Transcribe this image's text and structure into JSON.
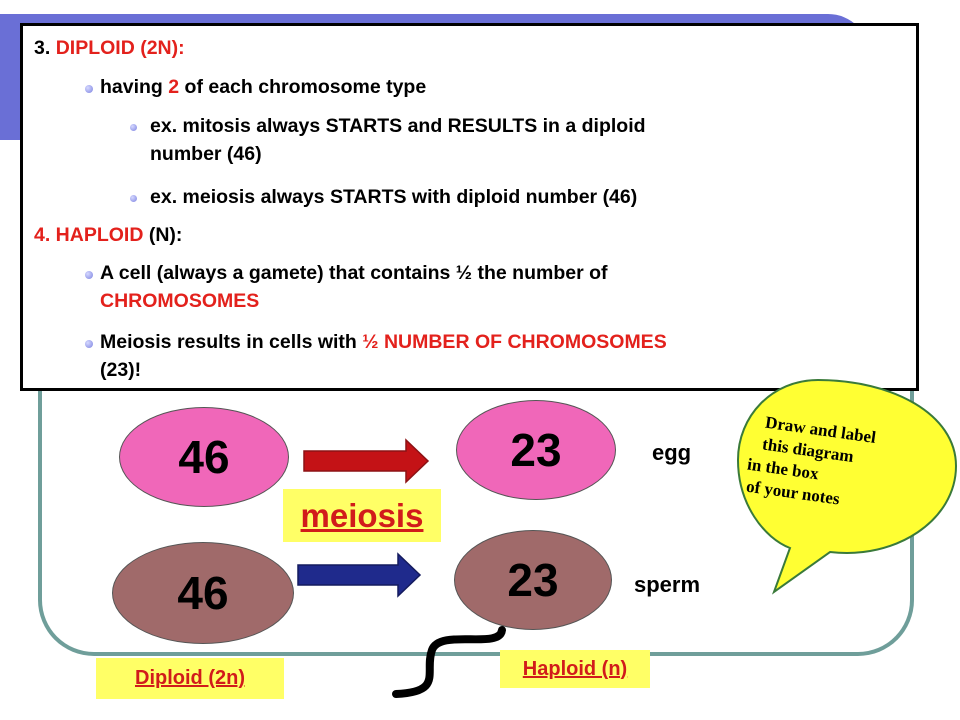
{
  "notes": {
    "diploid_heading_num": "3.",
    "diploid_heading_word": "DIPLOID",
    "diploid_heading_suffix": " (2N):",
    "diploid_def_a": "having ",
    "diploid_def_b": "2",
    "diploid_def_c": " of each chromosome type",
    "diploid_ex1_line1": "ex. mitosis always STARTS and RESULTS in a diploid",
    "diploid_ex1_line2": "number (46)",
    "diploid_ex2": "ex. meiosis always STARTS with diploid number (46)",
    "haploid_heading_main": "4. HAPLOID",
    "haploid_heading_suffix": " (N):",
    "haploid_def_line1": "A cell (always a gamete) that contains ½ the number of",
    "haploid_def_line2": "CHROMOSOMES",
    "haploid_meiosis_a": "Meiosis results in cells with ",
    "haploid_meiosis_b": "½ NUMBER OF CHROMOSOMES",
    "haploid_meiosis_line2": "(23)!"
  },
  "diagram": {
    "top_parent": "46",
    "top_child": "23",
    "top_label": "egg",
    "bottom_parent": "46",
    "bottom_child": "23",
    "bottom_label": "sperm",
    "process_label": "meiosis",
    "diploid_label": "Diploid (2n)",
    "haploid_label": "Haploid (n)"
  },
  "callout": {
    "line1": "Draw and label",
    "line2": "this diagram",
    "line3": "in the box",
    "line4": "of your notes"
  },
  "colors": {
    "accent_red": "#e3211c",
    "band_blue": "#6a6fd6",
    "pink_cell": "#f067b9",
    "brown_cell": "#a06a6a",
    "yellow_label": "#ffff66"
  }
}
